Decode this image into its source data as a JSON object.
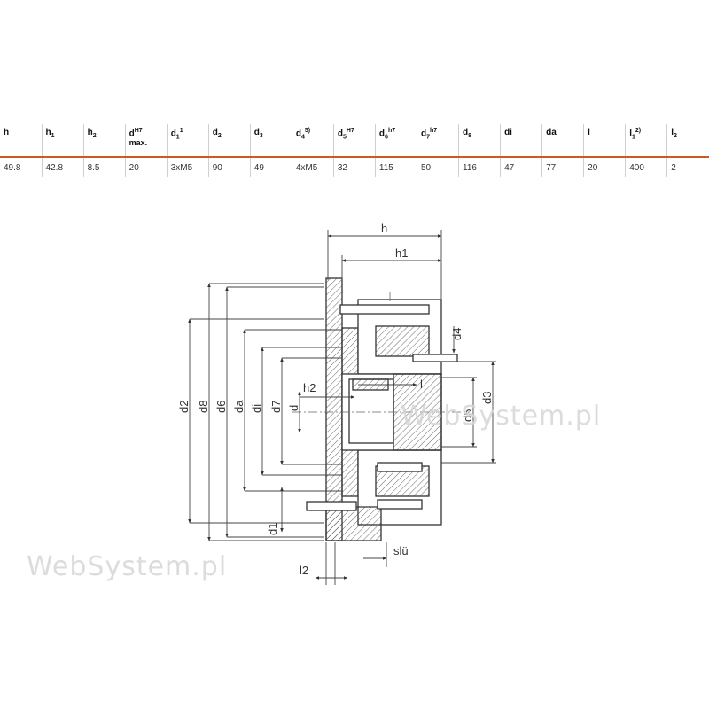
{
  "table": {
    "headers": [
      {
        "main": "h",
        "sub": "",
        "sup": "",
        "extra": ""
      },
      {
        "main": "h",
        "sub": "1",
        "sup": "",
        "extra": ""
      },
      {
        "main": "h",
        "sub": "2",
        "sup": "",
        "extra": ""
      },
      {
        "main": "d",
        "sub": "",
        "sup": "H7",
        "extra": "max."
      },
      {
        "main": "d",
        "sub": "1",
        "sup": "1",
        "extra": ""
      },
      {
        "main": "d",
        "sub": "2",
        "sup": "",
        "extra": ""
      },
      {
        "main": "d",
        "sub": "3",
        "sup": "",
        "extra": ""
      },
      {
        "main": "d",
        "sub": "4",
        "sup": "5)",
        "extra": ""
      },
      {
        "main": "d",
        "sub": "5",
        "sup": "H7",
        "extra": ""
      },
      {
        "main": "d",
        "sub": "6",
        "sup": "h7",
        "extra": ""
      },
      {
        "main": "d",
        "sub": "7",
        "sup": "h7",
        "extra": ""
      },
      {
        "main": "d",
        "sub": "8",
        "sup": "",
        "extra": ""
      },
      {
        "main": "di",
        "sub": "",
        "sup": "",
        "extra": ""
      },
      {
        "main": "da",
        "sub": "",
        "sup": "",
        "extra": ""
      },
      {
        "main": "l",
        "sub": "",
        "sup": "",
        "extra": ""
      },
      {
        "main": "l",
        "sub": "1",
        "sup": "2)",
        "extra": ""
      },
      {
        "main": "l",
        "sub": "2",
        "sup": "",
        "extra": ""
      }
    ],
    "values": [
      "49.8",
      "42.8",
      "8.5",
      "20",
      "3xM5",
      "90",
      "49",
      "4xM5",
      "32",
      "115",
      "50",
      "116",
      "47",
      "77",
      "20",
      "400",
      "2"
    ]
  },
  "drawing": {
    "labels": {
      "h": "h",
      "h1": "h1",
      "h2": "h2",
      "d": "d",
      "d1": "d1",
      "d2": "d2",
      "d3": "d3",
      "d4": "d4",
      "d5": "d5",
      "d6": "d6",
      "d7": "d7",
      "d8": "d8",
      "da": "da",
      "di": "di",
      "l": "l",
      "l2": "l2",
      "slu": "slü"
    }
  },
  "watermarks": [
    "WebSystem.pl",
    "WebSystem.pl"
  ],
  "colors": {
    "accent_line": "#cc5a1e",
    "ink": "#333333",
    "watermark": "#d6d6d6"
  }
}
